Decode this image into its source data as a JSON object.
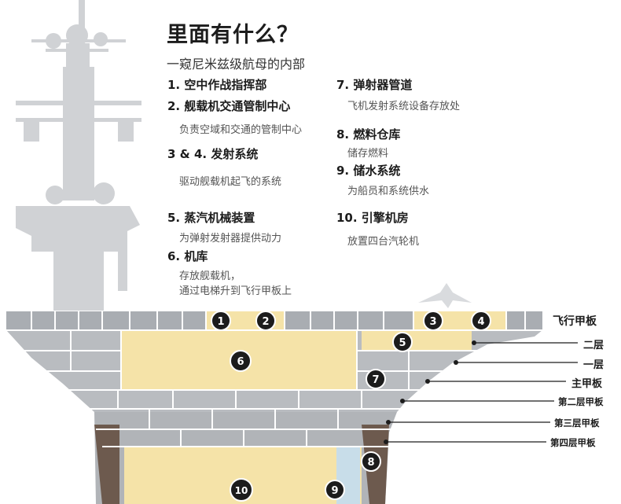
{
  "title": "里面有什么？",
  "subtitle": "一窥尼米兹级航母的内部",
  "items": [
    {
      "label": "1.  空中作战指挥部"
    },
    {
      "label": "2.  舰载机交通管制中心",
      "desc": "负责空域和交通的管制中心"
    },
    {
      "label": "3 & 4.  发射系统",
      "desc": "驱动舰载机起飞的系统"
    },
    {
      "label": "5.  蒸汽机械装置",
      "desc": "为弹射发射器提供动力"
    },
    {
      "label": "6.  机库",
      "desc": "存放舰载机，",
      "desc2": "通过电梯升到飞行甲板上"
    },
    {
      "label": "7.  弹射器管道",
      "desc": "飞机发射系统设备存放处"
    },
    {
      "label": "8.  燃料仓库",
      "desc": "储存燃料"
    },
    {
      "label": "9.  储水系统",
      "desc": "为船员和系统供水"
    },
    {
      "label": "10. 引擎机房",
      "desc": "放置四台汽轮机"
    }
  ],
  "markers": [
    "1",
    "2",
    "3",
    "4",
    "5",
    "6",
    "7",
    "8",
    "9",
    "10"
  ],
  "decks": [
    "飞行甲板",
    "二层",
    "一层",
    "主甲板",
    "第二层甲板",
    "第三层甲板",
    "第四层甲板"
  ],
  "colors": {
    "highlight": "#f5e3a8",
    "hull": "#b9bcc0",
    "hull_dark": "#8e9297",
    "island": "#c9cbce",
    "text": "#1c1c1c"
  }
}
